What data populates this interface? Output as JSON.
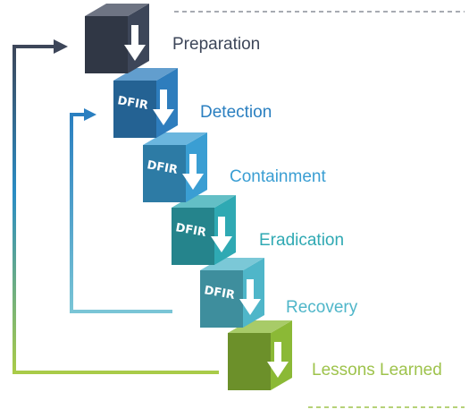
{
  "steps": [
    {
      "label": "Preparation",
      "badge": "",
      "color": "#3d4659"
    },
    {
      "label": "Detection",
      "badge": "DFIR",
      "color": "#2e7dbd"
    },
    {
      "label": "Containment",
      "badge": "DFIR",
      "color": "#3a9ed3"
    },
    {
      "label": "Eradication",
      "badge": "DFIR",
      "color": "#2fa9b3"
    },
    {
      "label": "Recovery",
      "badge": "DFIR",
      "color": "#4fb6c9"
    },
    {
      "label": "Lessons Learned",
      "badge": "",
      "color": "#8bb936"
    }
  ],
  "loops": [
    {
      "from_step": "Lessons Learned",
      "to_step": "Preparation"
    },
    {
      "from_step": "Recovery",
      "to_step": "Detection"
    }
  ],
  "icons": {
    "step_arrow": "down-arrow-icon",
    "loop_arrow": "right-arrowhead-icon"
  }
}
